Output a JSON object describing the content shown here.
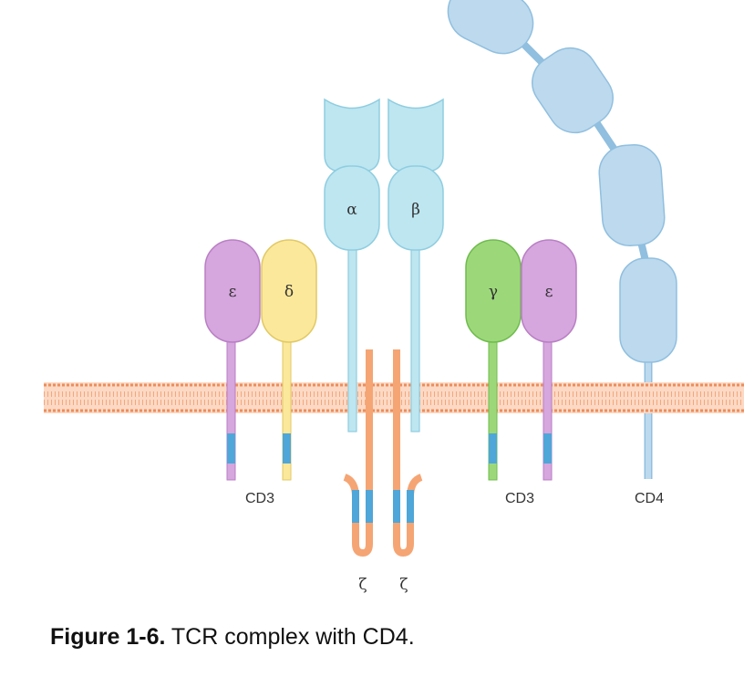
{
  "colors": {
    "membrane": "#f4a77d",
    "membrane_line": "#ec8d5c",
    "tcr": "#bde6f1",
    "tcr_stroke": "#8fcde0",
    "cd4": "#bcd9ee",
    "cd4_stroke": "#90bfdf",
    "epsilon": "#d6a6de",
    "epsilon_stroke": "#b97fc4",
    "delta": "#fbe89a",
    "delta_stroke": "#e1c965",
    "gamma": "#9cd87a",
    "gamma_stroke": "#6fbc4d",
    "zeta": "#f5a574",
    "itam": "#4fa6d8"
  },
  "chains": {
    "cd3_left_epsilon": "ε",
    "cd3_left_delta": "δ",
    "tcr_alpha": "α",
    "tcr_beta": "β",
    "cd3_right_gamma": "γ",
    "cd3_right_epsilon": "ε",
    "zeta_left": "ζ",
    "zeta_right": "ζ"
  },
  "labels": {
    "cd3_left": "CD3",
    "cd3_right": "CD3",
    "cd4": "CD4"
  },
  "caption": {
    "figure_number": "Figure 1-6.",
    "text": " TCR complex with CD4."
  }
}
